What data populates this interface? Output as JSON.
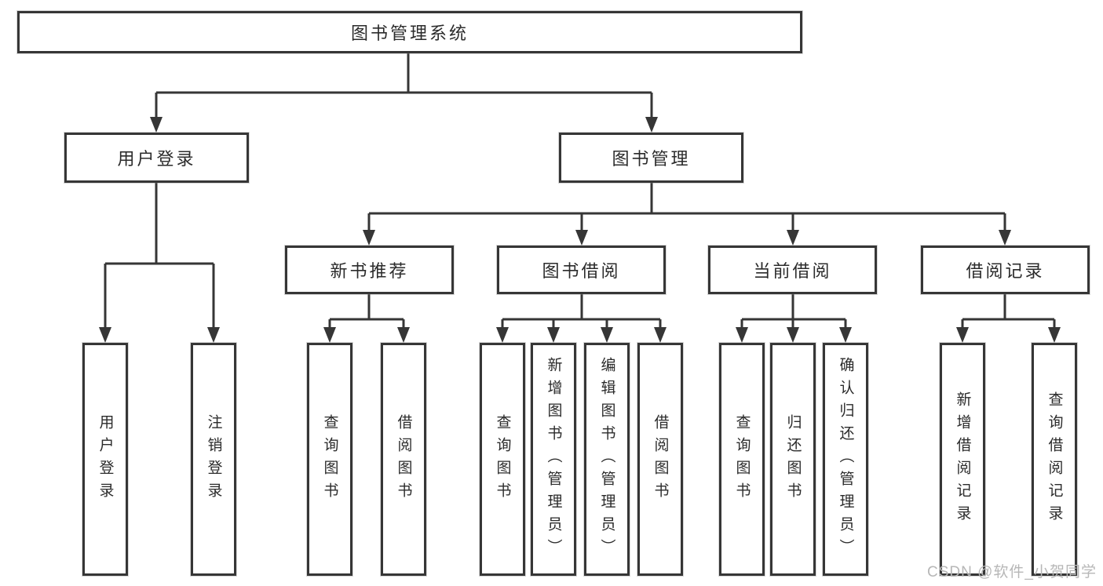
{
  "nodes": {
    "root": "图书管理系统",
    "user_login": "用户登录",
    "book_mgmt": "图书管理",
    "new_book_rec": "新书推荐",
    "book_borrow": "图书借阅",
    "current_borrow": "当前借阅",
    "borrow_records": "借阅记录",
    "leaf_user_login": "用户登录",
    "leaf_logout": "注销登录",
    "leaf_rec_query_book": "查询图书",
    "leaf_rec_borrow_book": "借阅图书",
    "leaf_bb_query_book": "查询图书",
    "leaf_bb_add_book": "新增图书（管理员）",
    "leaf_bb_edit_book": "编辑图书（管理员）",
    "leaf_bb_borrow_book": "借阅图书",
    "leaf_cb_query_book": "查询图书",
    "leaf_cb_return_book": "归还图书",
    "leaf_cb_confirm_return": "确认归还（管理员）",
    "leaf_br_add_record": "新增借阅记录",
    "leaf_br_query_record": "查询借阅记录"
  },
  "watermark": "CSDN @软件_小贺同学",
  "colors": {
    "line": "#363636",
    "text": "#2b2b2b",
    "watermark": "#b7b7b7",
    "background": "#ffffff"
  }
}
